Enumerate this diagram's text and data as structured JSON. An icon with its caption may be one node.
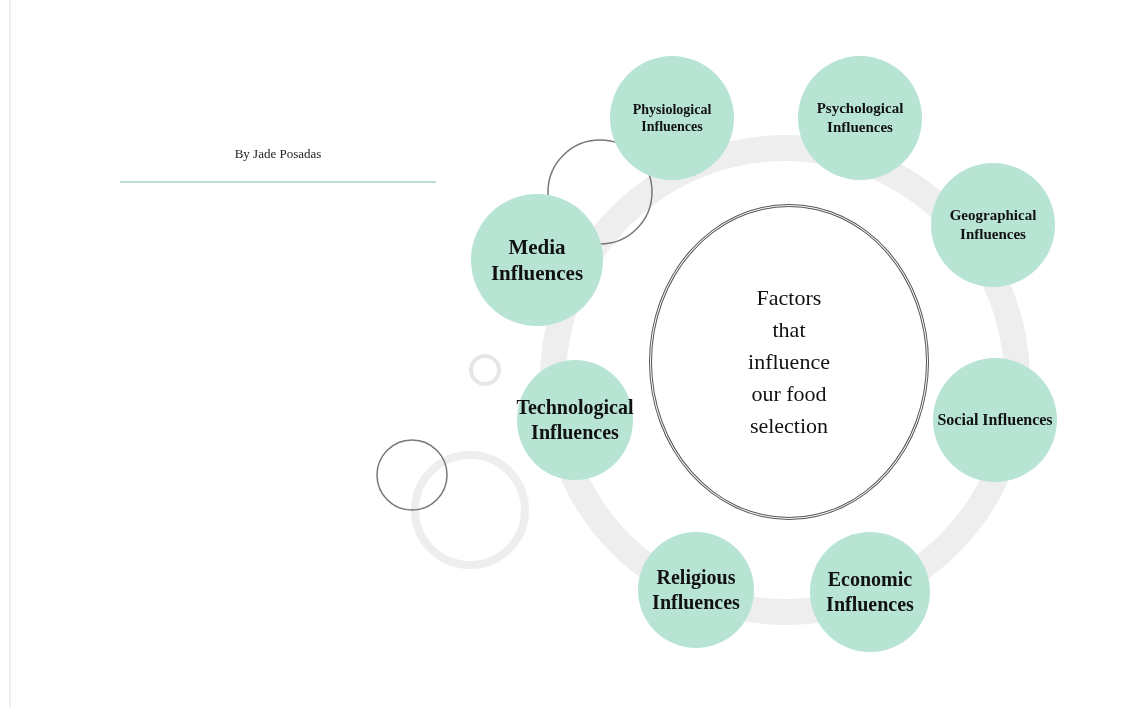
{
  "diagram": {
    "title": "By Jade Posadas",
    "nodes": [
      {
        "text": [
          "Factors that influence our food selection"
        ]
      },
      {
        "text": [
          "Physiological Influences"
        ]
      },
      {
        "text": [
          "Psychological Influences"
        ]
      },
      {
        "text": [
          "Geographical Influences"
        ]
      },
      {
        "text": [
          "Social Influences"
        ]
      },
      {
        "text": [
          "Economic Influences"
        ]
      },
      {
        "text": [
          "Religious Influences"
        ]
      },
      {
        "text": [
          "Technological Influences"
        ]
      },
      {
        "text": [
          "Media Influences"
        ]
      }
    ],
    "edges": []
  }
}
